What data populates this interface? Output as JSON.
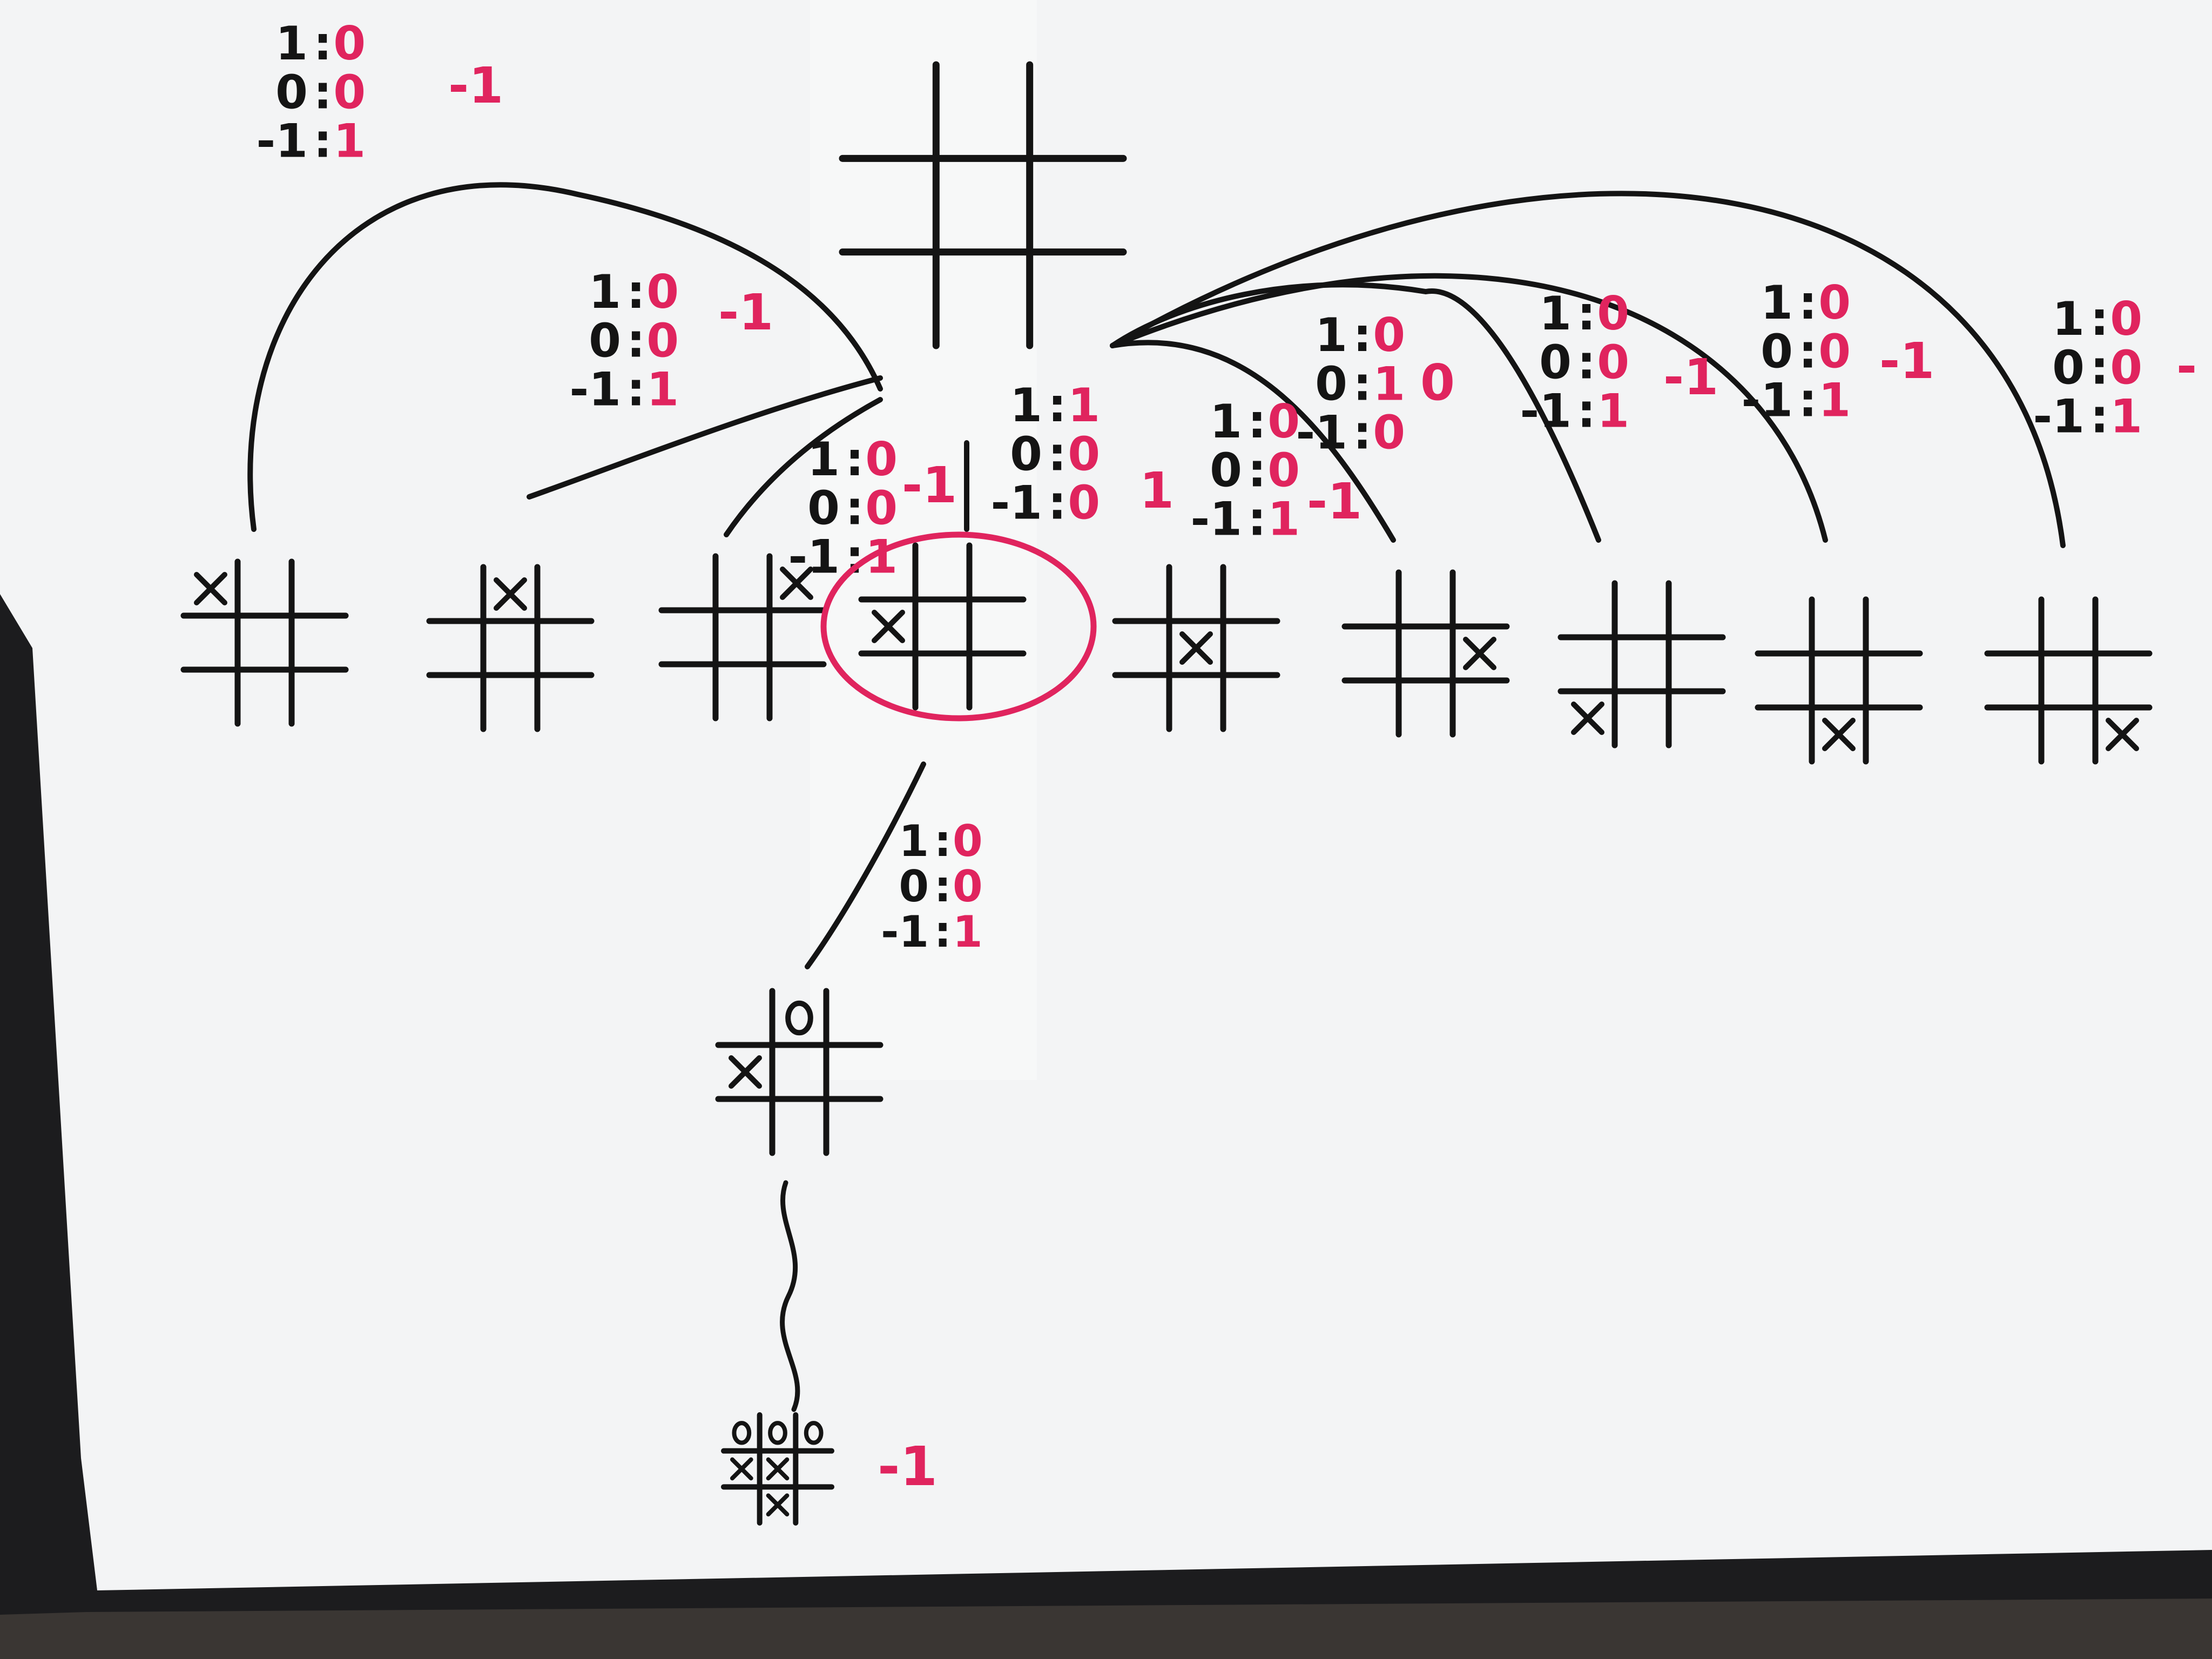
{
  "colors": {
    "ink_black": "#141414",
    "ink_red": "#e0245e",
    "board": "#f3f4f5",
    "frame": "#1c1c1e",
    "wall": "#3a3633"
  },
  "legend_labels": [
    "1",
    "0",
    "-1"
  ],
  "root": {
    "board": [
      "",
      "",
      "",
      "",
      "",
      "",
      "",
      "",
      ""
    ]
  },
  "children": [
    {
      "board": [
        "X",
        "",
        "",
        "",
        "",
        "",
        "",
        "",
        ""
      ],
      "counts": [
        "0",
        "0",
        "1"
      ],
      "score": "-1"
    },
    {
      "board": [
        "",
        "X",
        "",
        "",
        "",
        "",
        "",
        "",
        ""
      ],
      "counts": [
        "0",
        "0",
        "1"
      ],
      "score": "-1"
    },
    {
      "board": [
        "",
        "",
        "X",
        "",
        "",
        "",
        "",
        "",
        ""
      ],
      "counts": [
        "0",
        "0",
        "1"
      ],
      "score": "-1"
    },
    {
      "board": [
        "",
        "",
        "",
        "X",
        "",
        "",
        "",
        "",
        ""
      ],
      "counts": [
        "1",
        "0",
        "0"
      ],
      "score": "1",
      "highlighted": true
    },
    {
      "board": [
        "",
        "",
        "",
        "",
        "X",
        "",
        "",
        "",
        ""
      ],
      "counts": [
        "0",
        "0",
        "1"
      ],
      "score": "-1"
    },
    {
      "board": [
        "",
        "",
        "",
        "",
        "",
        "X",
        "",
        "",
        ""
      ],
      "counts": [
        "0",
        "1",
        "0"
      ],
      "score": "0"
    },
    {
      "board": [
        "",
        "",
        "",
        "",
        "",
        "",
        "X",
        "",
        ""
      ],
      "counts": [
        "0",
        "0",
        "1"
      ],
      "score": "-1"
    },
    {
      "board": [
        "",
        "",
        "",
        "",
        "",
        "",
        "",
        "X",
        ""
      ],
      "counts": [
        "0",
        "0",
        "1"
      ],
      "score": "-1"
    },
    {
      "board": [
        "",
        "",
        "",
        "",
        "",
        "",
        "",
        "",
        "X"
      ],
      "counts": [
        "0",
        "0",
        "1"
      ],
      "score": "-"
    }
  ],
  "expansion": {
    "counts": [
      "0",
      "0",
      "1"
    ],
    "board": [
      "",
      "O",
      "",
      "X",
      "",
      "",
      "",
      "",
      ""
    ]
  },
  "terminal": {
    "board": [
      "O",
      "O",
      "O",
      "X",
      "X",
      "",
      "",
      "X",
      ""
    ],
    "score": "-1"
  }
}
